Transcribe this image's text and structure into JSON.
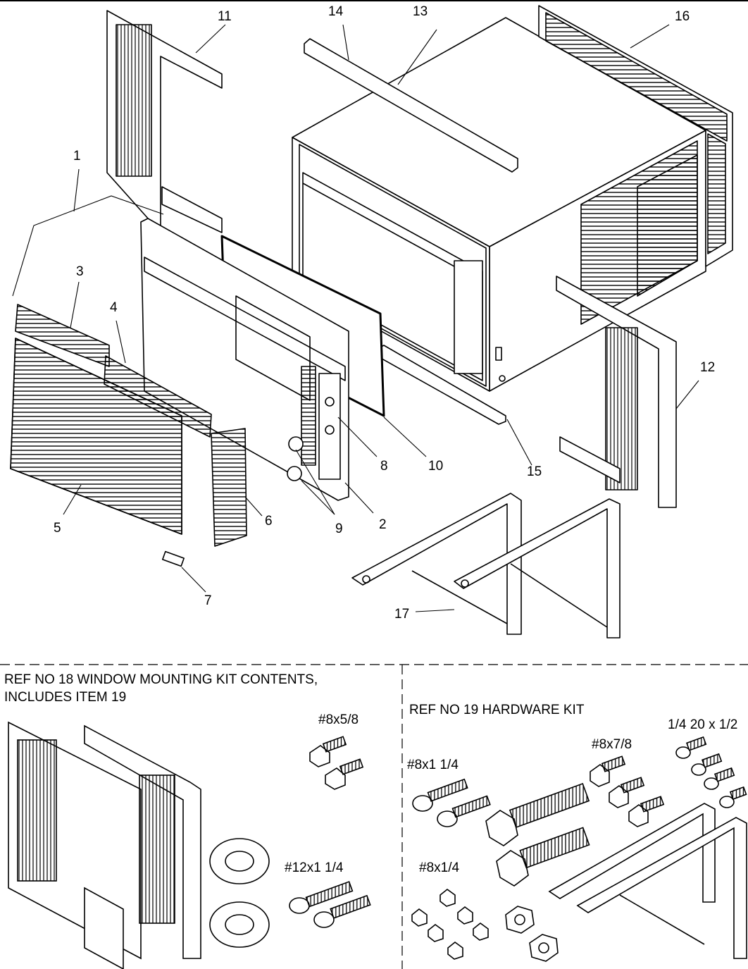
{
  "callouts": {
    "c1": "1",
    "c2": "2",
    "c3": "3",
    "c4": "4",
    "c5": "5",
    "c6": "6",
    "c7": "7",
    "c8": "8",
    "c9": "9",
    "c10": "10",
    "c11": "11",
    "c12": "12",
    "c13": "13",
    "c14": "14",
    "c15": "15",
    "c16": "16",
    "c17": "17"
  },
  "kit18": {
    "line1": "REF NO 18 WINDOW MOUNTING KIT CONTENTS,",
    "line2": "INCLUDES ITEM 19",
    "screw_a": "#8x5/8",
    "screw_b": "#12x1 1/4"
  },
  "kit19": {
    "title": "REF NO 19 HARDWARE KIT",
    "screw_a": "#8x1 1/4",
    "screw_b": "#8x7/8",
    "screw_c": "1/4 20 x 1/2",
    "screw_d": "#8x1/4"
  }
}
